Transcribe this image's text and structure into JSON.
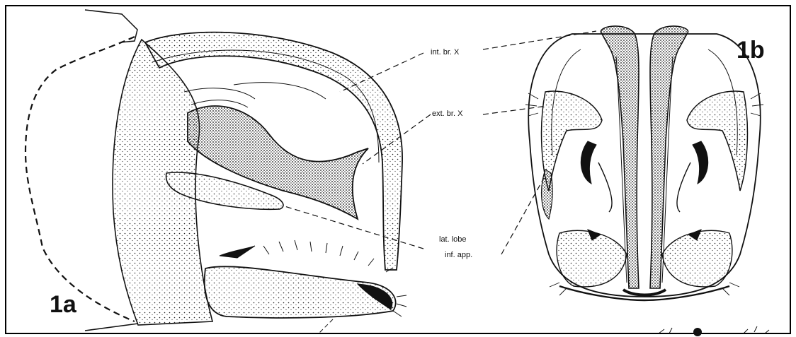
{
  "figure_labels": {
    "left": "1a",
    "right": "1b"
  },
  "annotations": {
    "int_br_x": "int. br. X",
    "ext_br_x": "ext. br. X",
    "lat_lobe": "lat. lobe",
    "inf_app": "inf. app."
  },
  "colors": {
    "ink": "#111111",
    "paper": "#ffffff",
    "border": "#000000"
  }
}
